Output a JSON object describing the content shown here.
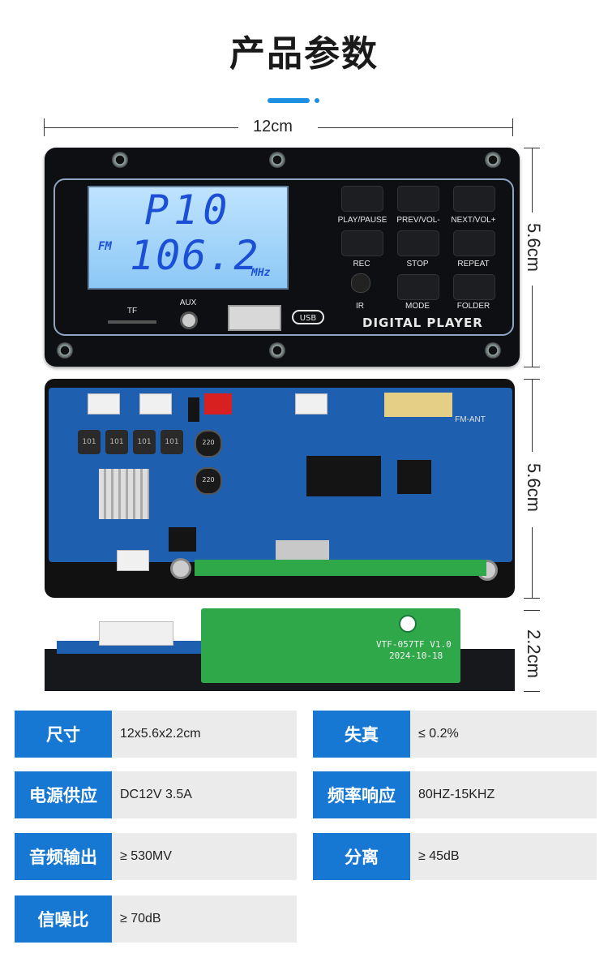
{
  "title": "产品参数",
  "dimensions": {
    "width": "12cm",
    "height_front": "5.6cm",
    "height_pcb": "5.6cm",
    "depth": "2.2cm"
  },
  "lcd": {
    "line1": "P10",
    "line2": "106.2",
    "band": "FM",
    "unit": "MHz"
  },
  "panel": {
    "buttons": [
      "PLAY/PAUSE",
      "PREV/VOL-",
      "NEXT/VOL+",
      "REC",
      "STOP",
      "REPEAT",
      "IR",
      "MODE",
      "FOLDER"
    ],
    "tf": "TF",
    "aux": "AUX",
    "usb": "USB",
    "brand": "DIGITAL PLAYER"
  },
  "board": {
    "coils": [
      "101",
      "101",
      "101",
      "101"
    ],
    "caps": [
      "220",
      "220"
    ],
    "fm_ant": "FM-ANT",
    "module_label": "VTF-057TF V1.0",
    "module_date": "2024-10-18"
  },
  "specs": [
    {
      "key": "尺寸",
      "value": "12x5.6x2.2cm"
    },
    {
      "key": "失真",
      "value": "≤ 0.2%"
    },
    {
      "key": "电源供应",
      "value": "DC12V 3.5A"
    },
    {
      "key": "频率响应",
      "value": "80HZ-15KHZ"
    },
    {
      "key": "音频输出",
      "value": "≥ 530MV"
    },
    {
      "key": "分离",
      "value": "≥ 45dB"
    },
    {
      "key": "信噪比",
      "value": "≥ 70dB"
    }
  ],
  "colors": {
    "accent": "#1778d4",
    "lcd": "#a8d6fb",
    "pcb": "#1f5fb0",
    "value_bg": "#ebebeb"
  }
}
